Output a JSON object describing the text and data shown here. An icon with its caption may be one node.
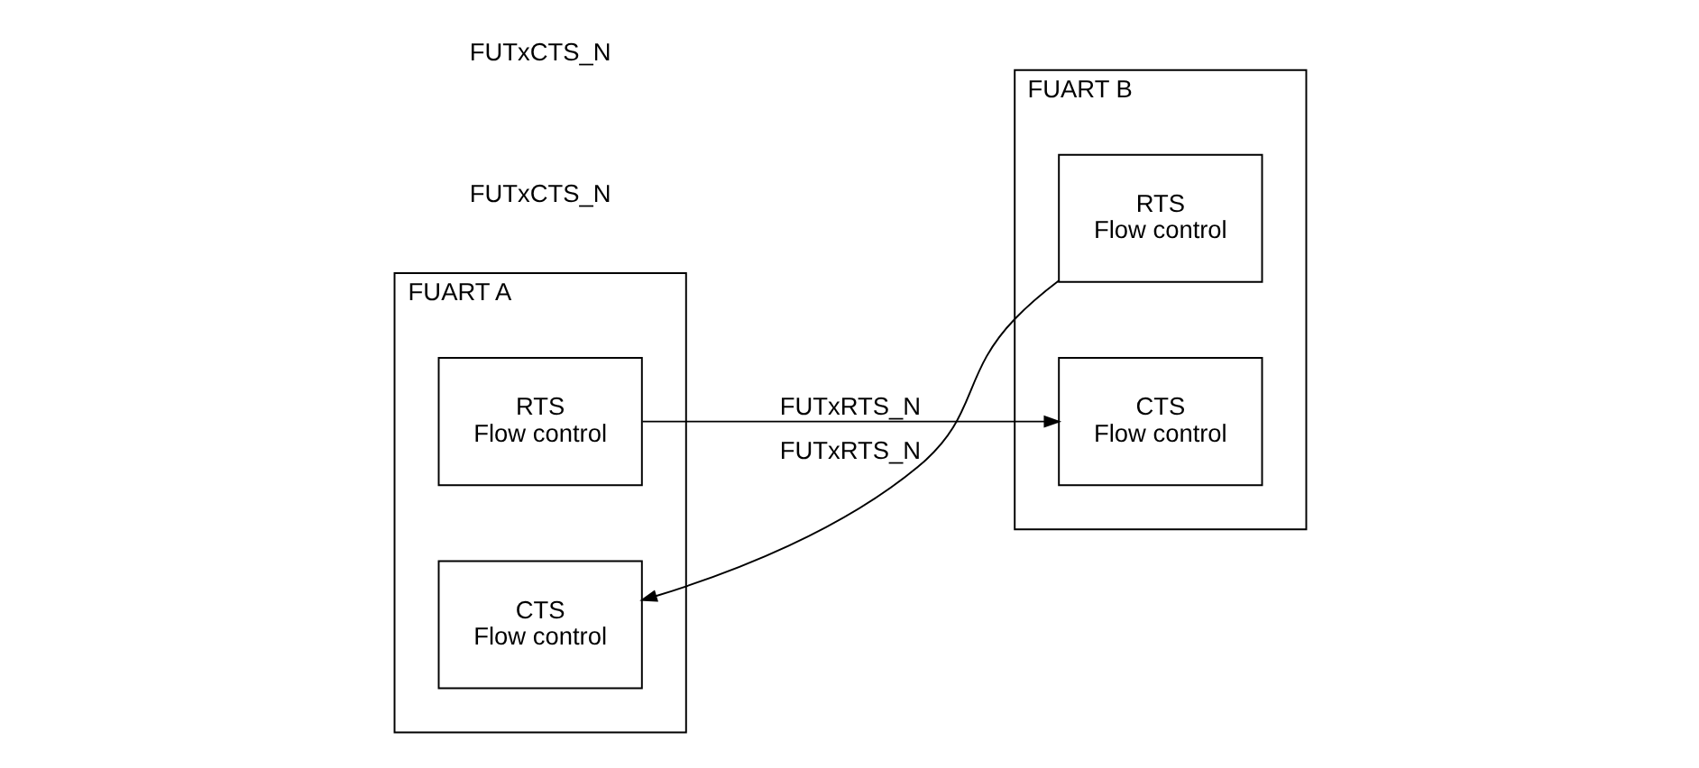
{
  "diagram": {
    "nodes": [
      {
        "text": [
          "FUART A"
        ]
      },
      {
        "text": [
          "RTS",
          "Flow control"
        ],
        "in": 0
      },
      {
        "text": [
          "CTS",
          "Flow control"
        ],
        "in": 0
      },
      {
        "text": [
          "FUART B"
        ]
      },
      {
        "text": [
          "RTS",
          "Flow control"
        ],
        "in": 3
      },
      {
        "text": [
          "CTS",
          "Flow control"
        ],
        "in": 3
      }
    ],
    "edges": [
      {
        "from": 1,
        "to": 5,
        "arrow": "to",
        "label": "FUTxRTS_N"
      },
      {
        "from": 4,
        "to": 2,
        "arrow": "to",
        "label": "FUTxRTS_N"
      }
    ],
    "labels": [
      "FUTxCTS_N",
      "FUTxCTS_N"
    ]
  }
}
